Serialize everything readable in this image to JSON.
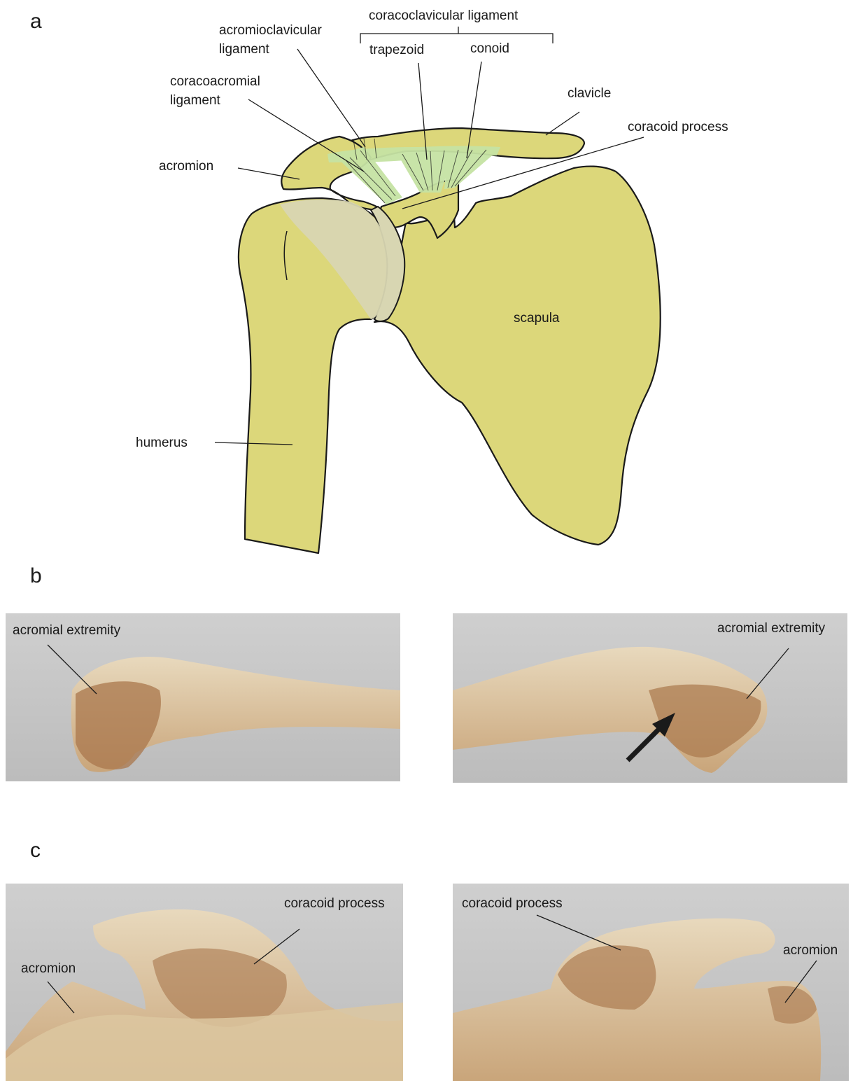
{
  "panels": {
    "a": "a",
    "b": "b",
    "c": "c"
  },
  "diagram": {
    "labels": {
      "coracoclavicular": "coracoclavicular ligament",
      "trapezoid": "trapezoid",
      "conoid": "conoid",
      "acromioclavicular_1": "acromioclavicular",
      "acromioclavicular_2": "ligament",
      "coracoacromial_1": "coracoacromial",
      "coracoacromial_2": "ligament",
      "clavicle": "clavicle",
      "coracoid_process": "coracoid process",
      "acromion": "acromion",
      "scapula": "scapula",
      "humerus": "humerus"
    },
    "colors": {
      "bone": "#dcd77a",
      "ligament": "#c6e3a4",
      "cartilage": "#d8d6b2",
      "outline": "#1a1a1a"
    }
  },
  "photos_b": {
    "left_label": "acromial extremity",
    "right_label": "acromial extremity",
    "arrow": "arrow-icon"
  },
  "photos_c": {
    "left_labels": [
      "coracoid process",
      "acromion"
    ],
    "right_labels": [
      "coracoid process",
      "acromion"
    ]
  }
}
